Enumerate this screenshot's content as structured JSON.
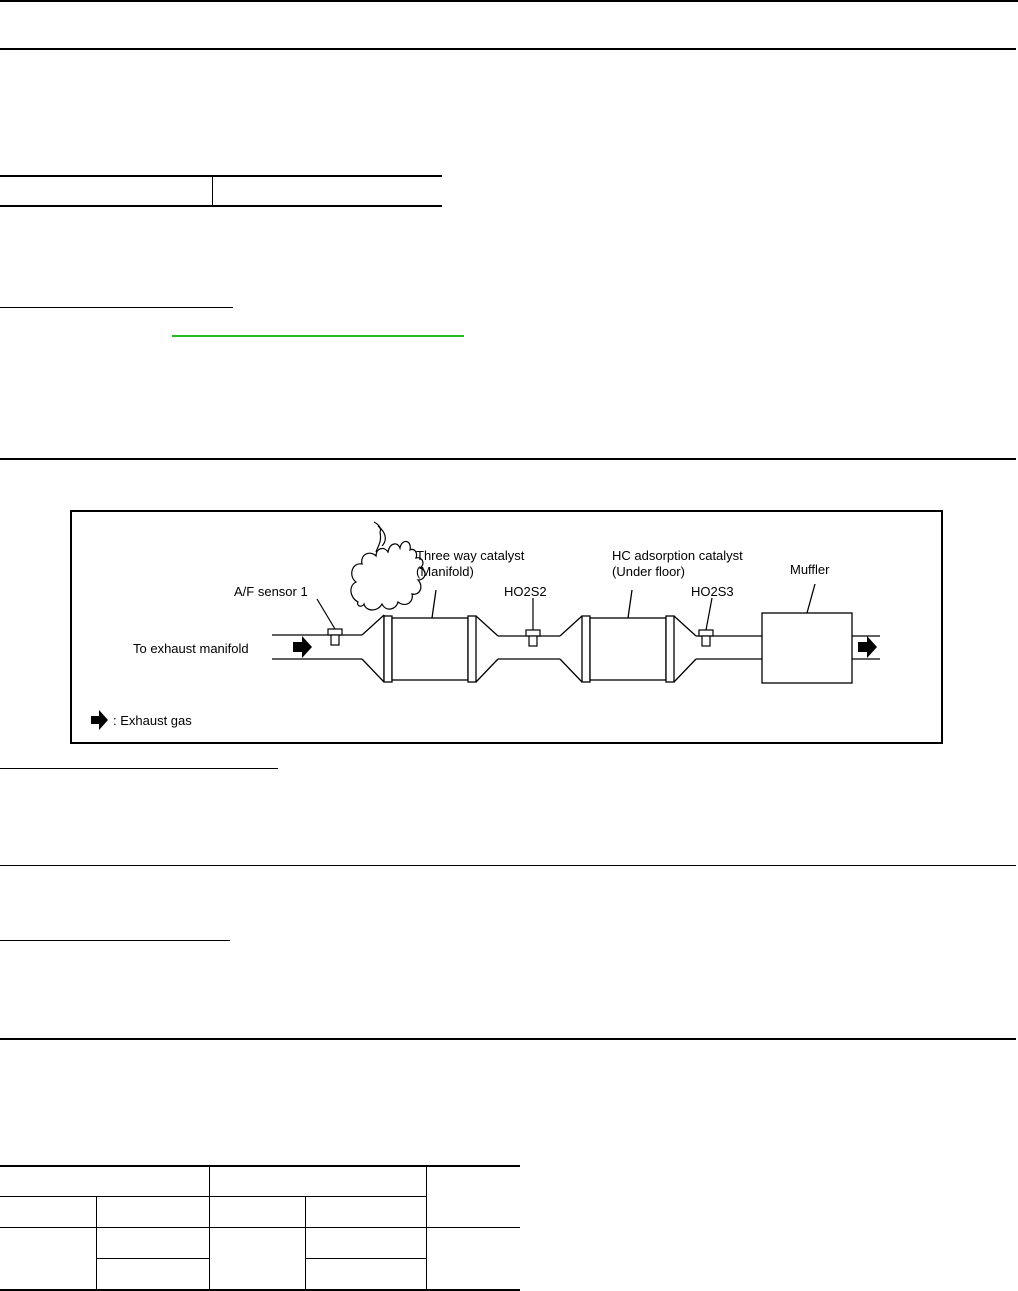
{
  "diagram": {
    "labels": {
      "three_way_catalyst": "Three way catalyst",
      "three_way_catalyst_location": "(Manifold)",
      "hc_adsorption_catalyst": "HC adsorption catalyst",
      "hc_adsorption_catalyst_location": "(Under floor)",
      "muffler": "Muffler",
      "af_sensor": "A/F sensor 1",
      "ho2s2": "HO2S2",
      "ho2s3": "HO2S3",
      "exhaust_manifold": "To exhaust manifold",
      "legend": ": Exhaust gas"
    },
    "icons": {
      "flow_arrow": "right-arrow-icon",
      "smoke": "exhaust-smoke-icon"
    }
  }
}
